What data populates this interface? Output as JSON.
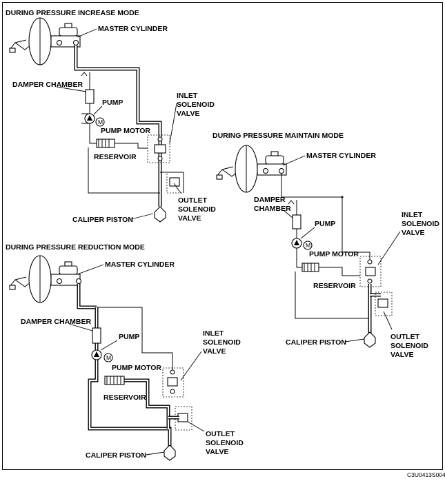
{
  "diagrams": {
    "increase": {
      "title": "DURING PRESSURE INCREASE MODE",
      "master_cylinder": "MASTER CYLINDER",
      "damper_chamber": "DAMPER CHAMBER",
      "pump": "PUMP",
      "pump_motor": "PUMP MOTOR",
      "reservoir": "RESERVOIR",
      "inlet_valve": [
        "INLET",
        "SOLENOID",
        "VALVE"
      ],
      "outlet_valve": [
        "OUTLET",
        "SOLENOID",
        "VALVE"
      ],
      "caliper_piston": "CALIPER PISTON"
    },
    "maintain": {
      "title": "DURING PRESSURE MAINTAIN MODE",
      "master_cylinder": "MASTER CYLINDER",
      "damper_chamber": [
        "DAMPER",
        "CHAMBER"
      ],
      "pump": "PUMP",
      "pump_motor": "PUMP MOTOR",
      "reservoir": "RESERVOIR",
      "inlet_valve": [
        "INLET",
        "SOLENOID",
        "VALVE"
      ],
      "outlet_valve": [
        "OUTLET",
        "SOLENOID",
        "VALVE"
      ],
      "caliper_piston": "CALIPER PISTON"
    },
    "reduction": {
      "title": "DURING PRESSURE REDUCTION MODE",
      "master_cylinder": "MASTER CYLINDER",
      "damper_chamber": "DAMPER CHAMBER",
      "pump": "PUMP",
      "pump_motor": "PUMP MOTOR",
      "reservoir": "RESERVOIR",
      "inlet_valve": [
        "INLET",
        "SOLENOID",
        "VALVE"
      ],
      "outlet_valve": [
        "OUTLET",
        "SOLENOID",
        "VALVE"
      ],
      "caliper_piston": "CALIPER PISTON"
    }
  },
  "figure_code": "C3U0413S004",
  "motor_symbol": "M"
}
